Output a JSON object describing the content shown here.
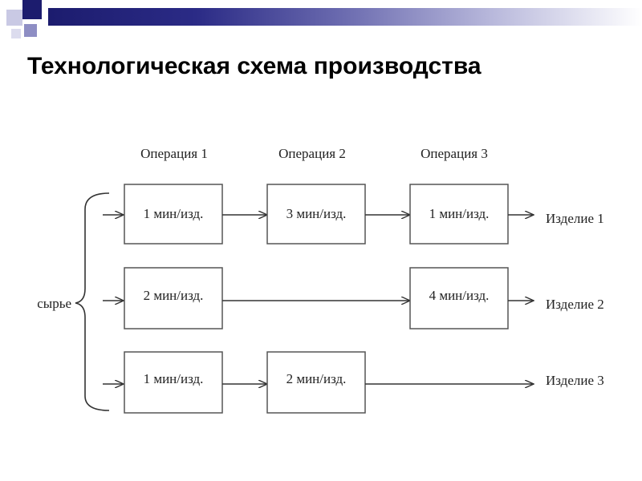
{
  "slide": {
    "title": "Технологическая схема производства"
  },
  "diagram": {
    "input_label": "сырье",
    "operations": [
      "Операция 1",
      "Операция 2",
      "Операция 3"
    ],
    "rows": [
      {
        "op1": "1 мин/изд.",
        "op2": "3 мин/изд.",
        "op3": "1 мин/изд.",
        "product": "Изделие 1"
      },
      {
        "op1": "2 мин/изд.",
        "op3": "4 мин/изд.",
        "product": "Изделие 2"
      },
      {
        "op1": "1 мин/изд.",
        "op2": "2 мин/изд.",
        "product": "Изделие 3"
      }
    ]
  },
  "colors": {
    "header_dark": "#1c1c6e",
    "header_mid": "#8e8ec4",
    "header_light": "#c9c9e4",
    "box_border": "#555555"
  }
}
